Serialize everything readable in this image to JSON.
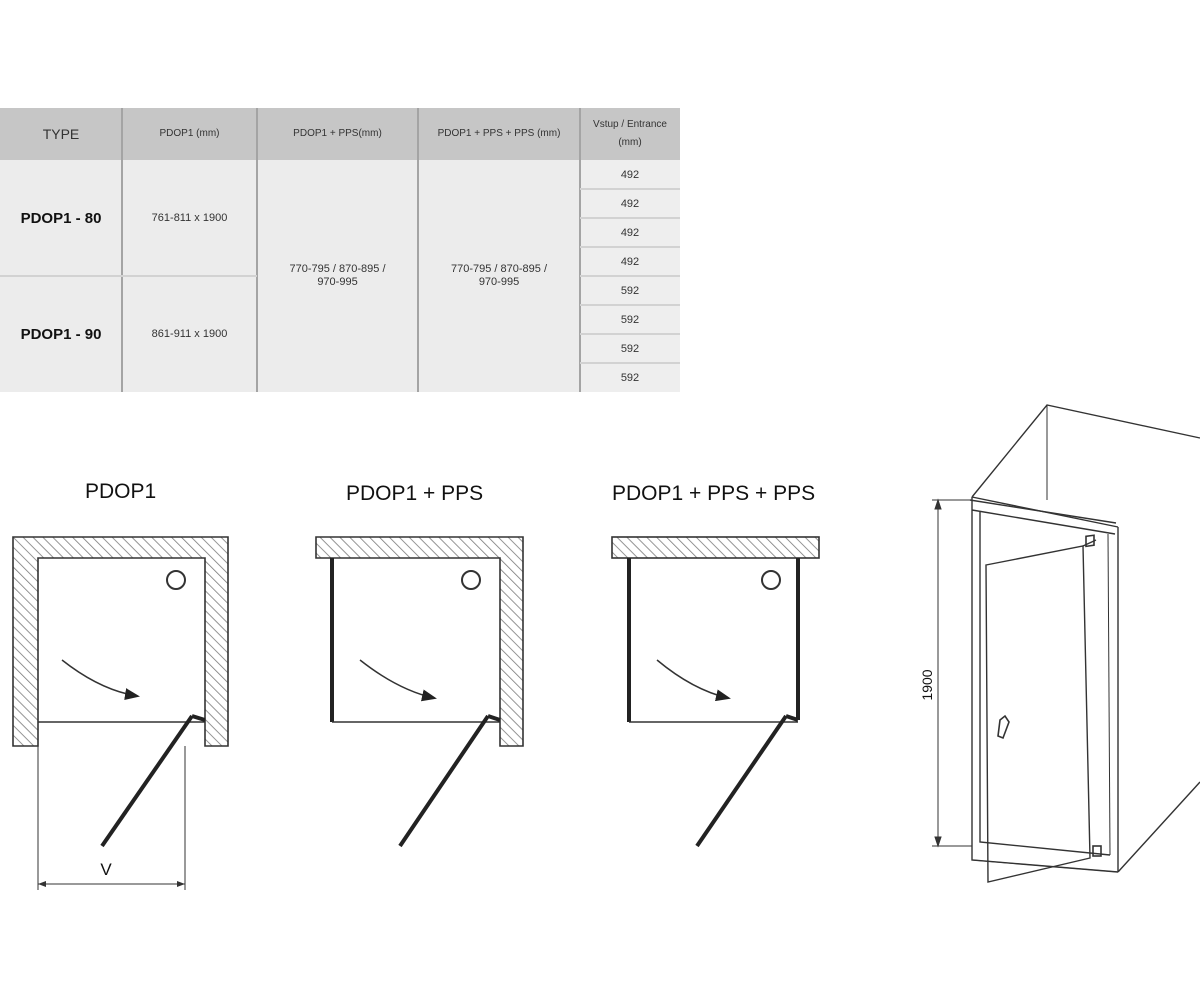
{
  "table": {
    "headers": {
      "type": "TYPE",
      "pdop1": "PDOP1 (mm)",
      "pdop1_pps": "PDOP1 + PPS(mm)",
      "pdop1_pps_pps": "PDOP1 + PPS + PPS (mm)",
      "entrance_line1": "Vstup / Entrance",
      "entrance_line2": "(mm)"
    },
    "rows": [
      {
        "type": "PDOP1 - 80",
        "pdop1": "761-811 x 1900"
      },
      {
        "type": "PDOP1 - 90",
        "pdop1": "861-911 x 1900"
      }
    ],
    "pdop1_pps": {
      "line1": "770-795 / 870-895 /",
      "line2": "970-995"
    },
    "pdop1_pps_pps": {
      "line1": "770-795 / 870-895 /",
      "line2": "970-995"
    },
    "entrance": [
      "492",
      "492",
      "492",
      "492",
      "592",
      "592",
      "592",
      "592"
    ]
  },
  "diagrams": {
    "plan1_title": "PDOP1",
    "plan2_title": "PDOP1 + PPS",
    "plan3_title": "PDOP1 + PPS + PPS",
    "v_label": "V",
    "height_label": "1900"
  }
}
